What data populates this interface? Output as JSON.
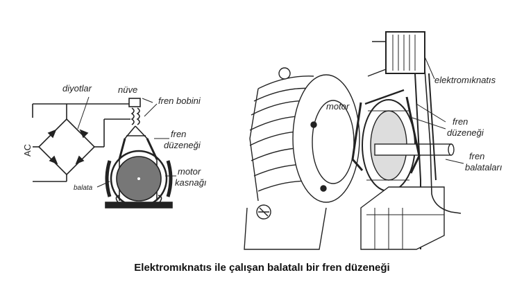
{
  "schematic": {
    "labels": {
      "diodes": "diyotlar",
      "core": "nüve",
      "brake_coil": "fren bobini",
      "brake_mechanism": "fren\ndüzeneği",
      "ac": "AC",
      "motor_pulley": "motor\nkasnağı",
      "lining": "balata"
    }
  },
  "illustration": {
    "labels": {
      "motor": "motor",
      "electromagnet": "elektromıknatıs",
      "brake_mechanism": "fren\ndüzeneği",
      "brake_linings": "fren\nbalataları"
    }
  },
  "caption": "Elektromıknatıs ile çalışan balatalı bir fren düzeneği"
}
